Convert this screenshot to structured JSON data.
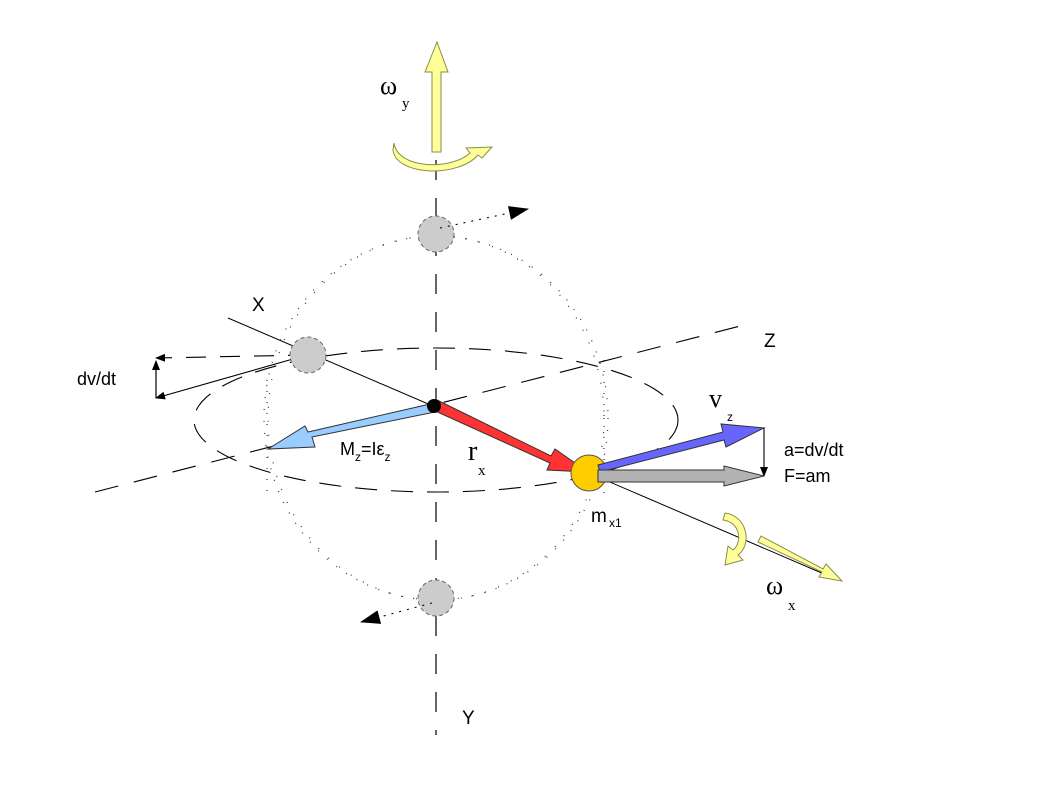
{
  "labels": {
    "omega_y": {
      "main": "ω",
      "sub": "y"
    },
    "omega_x": {
      "main": "ω",
      "sub": "x"
    },
    "axis_x": "X",
    "axis_y": "Y",
    "axis_z": "Z",
    "dv_dt": "dv/dt",
    "moment": {
      "main_a": "M",
      "sub_a": "z",
      "main_b": "=Iε",
      "sub_b": "z"
    },
    "radius": {
      "main": "r",
      "sub": "x"
    },
    "velocity": {
      "main": "v",
      "sub": "z"
    },
    "mass": {
      "main": "m",
      "sub": "x1"
    },
    "accel": "a=dv/dt",
    "force": "F=am"
  },
  "colors": {
    "yellow_arrow": "#ffff99",
    "yellow_stroke": "#b8b85c",
    "moment_arrow": "#99ccff",
    "radius_arrow": "#ff3333",
    "velocity_arrow": "#6666ff",
    "force_arrow": "#b3b3b3",
    "mass_fill": "#ffcc00",
    "ghost_mass": "#cccccc"
  }
}
